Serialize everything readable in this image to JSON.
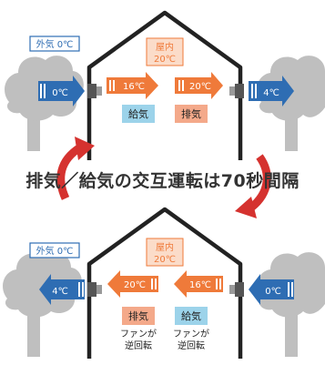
{
  "caption": "排気／給気の交互運転は70秒間隔",
  "colors": {
    "outline": "#222222",
    "tree": "#bfbfbf",
    "blue": "#2e6db3",
    "orange": "#ef7a3a",
    "red_arrow": "#d5322f",
    "supply_box": "#9cd3ea",
    "exhaust_box": "#f4a98a",
    "indoor_box": "#fbdcc9"
  },
  "top": {
    "outdoor_label": "外気 0℃",
    "indoor_label_line1": "屋内",
    "indoor_label_line2": "20℃",
    "left_outside_temp": "0℃",
    "left_inside_temp": "16℃",
    "left_label": "給気",
    "right_inside_temp": "20℃",
    "right_outside_temp": "4℃",
    "right_label": "排気"
  },
  "bottom": {
    "outdoor_label": "外気 0℃",
    "indoor_label_line1": "屋内",
    "indoor_label_line2": "20℃",
    "left_outside_temp": "4℃",
    "left_inside_temp": "20℃",
    "left_label": "排気",
    "left_note_line1": "ファンが",
    "left_note_line2": "逆回転",
    "right_inside_temp": "16℃",
    "right_outside_temp": "0℃",
    "right_label": "給気",
    "right_note_line1": "ファンが",
    "right_note_line2": "逆回転"
  }
}
